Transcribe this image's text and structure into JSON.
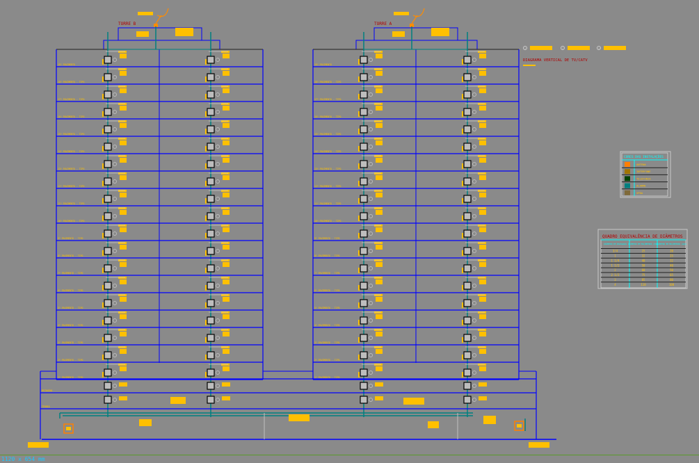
{
  "drawing": {
    "title": "DIAGRAMA VERTICAL DE TV/CATV",
    "towers": [
      {
        "name": "TORRE B"
      },
      {
        "name": "TORRE A"
      }
    ],
    "floors": [
      "19º PAVIMENTO",
      "18º PAVIMENTO - TIPO",
      "17º PAVIMENTO - TIPO",
      "16º PAVIMENTO - TIPO",
      "15º PAVIMENTO - TIPO",
      "14º PAVIMENTO - TIPO",
      "13º PAVIMENTO - TIPO",
      "12º PAVIMENTO - TIPO",
      "11º PAVIMENTO - TIPO",
      "10º PAVIMENTO - TIPO",
      "9º PAVIMENTO - TIPO",
      "8º PAVIMENTO - TIPO",
      "7º PAVIMENTO - TIPO",
      "6º PAVIMENTO - TIPO",
      "5º PAVIMENTO - TIPO",
      "4º PAVIMENTO - TIPO",
      "3º PAVIMENTO - TIPO",
      "2º PAVIMENTO - TIPO",
      "1º PAVIMENTO - TIPO"
    ],
    "podium_floors": [
      "MEZANINO",
      "TÉRREO"
    ],
    "notes_markers": [
      "1",
      "2",
      "3"
    ]
  },
  "legend": {
    "title": "CORES DAS INSTALAÇÕES",
    "items": [
      {
        "label": "ANTENA",
        "color": "#ff7f00"
      },
      {
        "label": "INTERFONE",
        "color": "#a07400"
      },
      {
        "label": "TELEFONIA",
        "color": "#004000"
      },
      {
        "label": "ALARME",
        "color": "#007f7f"
      },
      {
        "label": "SPDA",
        "color": "#7f6a3a"
      }
    ]
  },
  "diameters": {
    "title": "QUADRO EQUIVALÊNCIA DE DIÂMETROS",
    "headers": [
      "DIÂMETRO EM POLEGADAS",
      "DIÂMETRO EM MILÍMETROS (PVC)",
      "DIÂMETRO EM MILÍMETROS (AÇO)"
    ],
    "rows": [
      [
        "3/4",
        "25",
        "20"
      ],
      [
        "1",
        "32",
        "25"
      ],
      [
        "1 1/4",
        "40",
        "32"
      ],
      [
        "1 1/2",
        "50",
        "40"
      ],
      [
        "2",
        "60",
        "50"
      ],
      [
        "2 1/2",
        "75",
        "65"
      ],
      [
        "3",
        "85",
        "80"
      ],
      [
        "4",
        "110",
        "100"
      ]
    ]
  },
  "status": {
    "text": "1120 x 654 mm"
  },
  "colors": {
    "background": "#8a8a8a",
    "structure": "#0000ff",
    "text": "#ffc000",
    "title": "#b00000",
    "riser": "#008080",
    "cyan": "#00ffff"
  }
}
